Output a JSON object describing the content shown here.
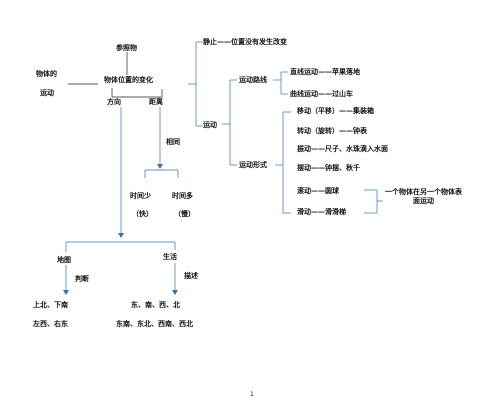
{
  "labels": {
    "reference": "参照物",
    "object_motion_1": "物体的",
    "object_motion_2": "运动",
    "position_change": "物体位置的变化",
    "direction": "方向",
    "distance": "距离",
    "same": "相同",
    "time_less": "时间少",
    "fast": "（快）",
    "time_more": "时间多",
    "slow": "（慢）",
    "terrain": "地图",
    "judge": "判断",
    "life": "生活",
    "describe": "描述",
    "up_north_down_south": "上北、下南",
    "left_west_right_east": "左西、右东",
    "four_directions": "东、南、西、北",
    "eight_directions": "东南、东北、西南、西北",
    "still": "静止——位置没有发生改变",
    "motion": "运动",
    "motion_route": "运动路线",
    "straight": "直线运动——苹果落地",
    "curve": "曲线运动——过山车",
    "motion_form": "运动形式",
    "translate": "移动（平移）——集装箱",
    "rotate": "转动（旋转）——钟表",
    "vibrate": "振动——尺子、水珠滴入水面",
    "swing": "摆动——钟摆、秋千",
    "roll": "滚动——圆球",
    "slide": "滑动——滑滑梯",
    "roll_slide_note_1": "一个物体在另一个物体表",
    "roll_slide_note_2": "面运动",
    "page_number": "1"
  }
}
